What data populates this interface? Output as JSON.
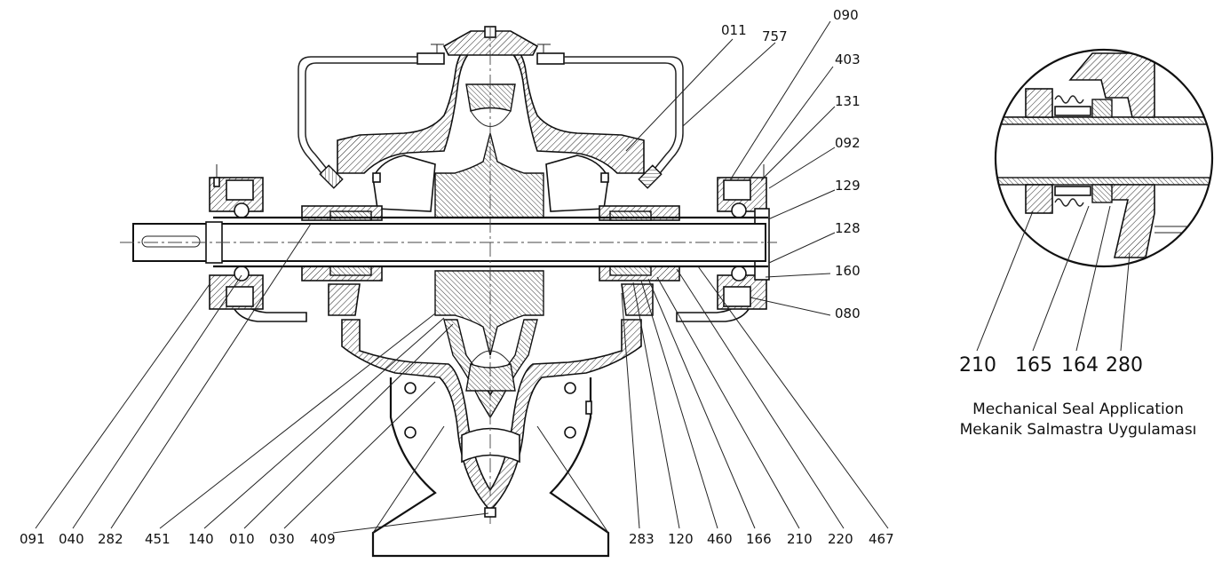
{
  "labels": {
    "top_right": [
      "090",
      "403",
      "131",
      "092",
      "129",
      "128",
      "160",
      "080"
    ],
    "top_center": [
      "011",
      "757"
    ],
    "bottom_left": [
      "091",
      "040",
      "282",
      "451",
      "140",
      "010",
      "030",
      "409"
    ],
    "bottom_right": [
      "283",
      "120",
      "460",
      "166",
      "210",
      "220",
      "467"
    ],
    "detail": [
      "210",
      "165",
      "164",
      "280"
    ]
  },
  "caption": {
    "line1": "Mechanical Seal Application",
    "line2": "Mekanik Salmastra Uygulaması"
  }
}
